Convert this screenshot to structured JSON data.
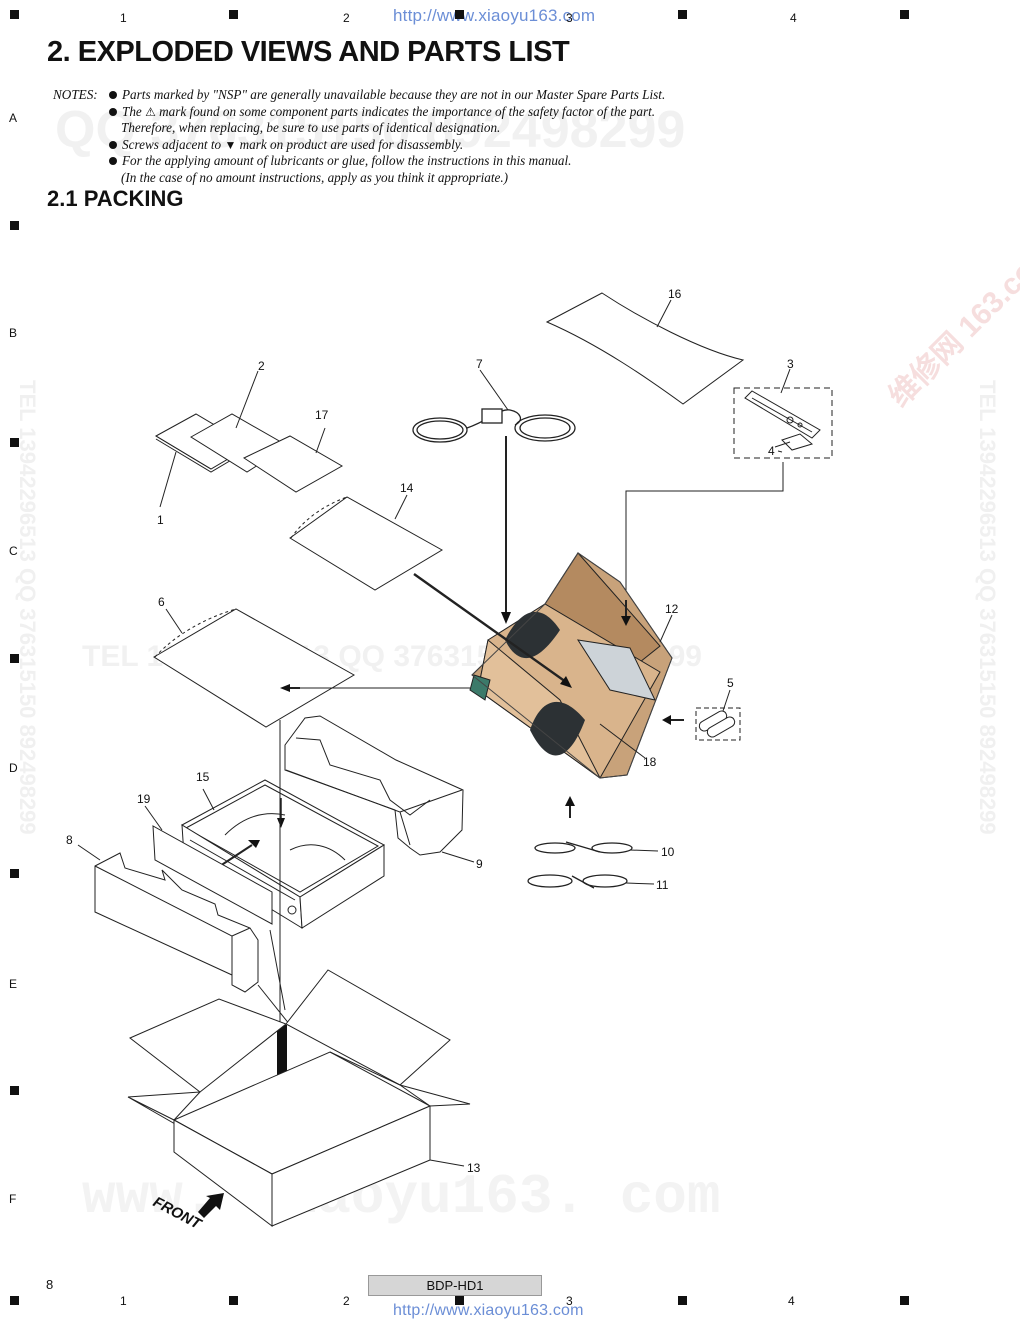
{
  "header": {
    "url_top": "http://www.xiaoyu163.com",
    "url_bottom": "http://www.xiaoyu163.com",
    "columns": [
      "1",
      "2",
      "3",
      "4"
    ],
    "rows": [
      "A",
      "B",
      "C",
      "D",
      "E",
      "F"
    ]
  },
  "title": "2. EXPLODED VIEWS AND PARTS LIST",
  "notes": {
    "label": "NOTES:",
    "line1": "Parts marked by \"NSP\" are generally unavailable because they are not in our Master Spare Parts List.",
    "line2a": "The",
    "line2b": "mark found on some component parts indicates the importance of the safety factor of the part.",
    "line3": "Therefore, when replacing, be sure to use parts of identical designation.",
    "line4a": "Screws adjacent to",
    "line4b": "mark on product are used for disassembly.",
    "line5": "For the applying amount of lubricants or glue, follow the instructions in this manual.",
    "line6": "(In the case of no amount instructions, apply as you think it appropriate.)"
  },
  "section_title": "2.1  PACKING",
  "parts": {
    "p1": "1",
    "p2": "2",
    "p3": "3",
    "p4": "4",
    "p5": "5",
    "p6": "6",
    "p7": "7",
    "p8": "8",
    "p9": "9",
    "p10": "10",
    "p11": "11",
    "p12": "12",
    "p13": "13",
    "p14": "14",
    "p15": "15",
    "p16": "16",
    "p17": "17",
    "p18": "18",
    "p19": "19"
  },
  "front_label": "FRONT",
  "watermarks": {
    "qq_top": "QQ 376315150  892498299",
    "tel_mid": "TEL 13942296513   QQ 376315150  892498299",
    "www_bottom": "www. xiaoyu163. com",
    "side_right": "TEL 13942296513  QQ 376315150  892498299",
    "side_left": "TEL 13942296513  QQ 376315150  892498299",
    "net_right": "维修网 163.com"
  },
  "footer": {
    "page_number": "8",
    "model": "BDP-HD1"
  }
}
